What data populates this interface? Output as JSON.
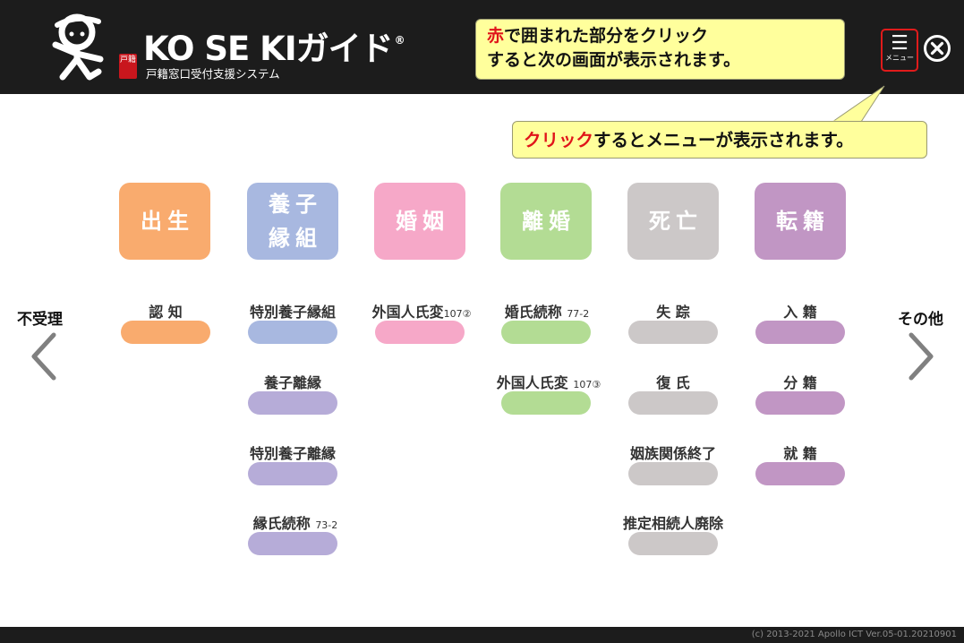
{
  "header": {
    "logo_title": "KO SE KIガイド",
    "logo_reg": "®",
    "logo_stamp": "戸籍",
    "logo_subtitle": "戸籍窓口受付支援システム",
    "menu_icon": "hamburger-icon",
    "menu_label": "メニュー",
    "close_icon": "close-circle-icon"
  },
  "callouts": {
    "top_highlight": "赤",
    "top_line1_rest": "で囲まれた部分をクリック",
    "top_line2": "すると次の画面が表示されます。",
    "bottom_highlight": "クリック",
    "bottom_rest": "するとメニューが表示されます。"
  },
  "nav": {
    "prev_label": "不受理",
    "next_label": "その他",
    "prev_icon": "chevron-left-icon",
    "next_icon": "chevron-right-icon"
  },
  "categories": [
    {
      "label": "出生",
      "color": "#f9ab6e",
      "items": [
        {
          "label": "認 知",
          "suffix": "",
          "color": "#f9ab6e"
        }
      ]
    },
    {
      "label_line1": "養子",
      "label_line2": "縁組",
      "color": "#a8b8e0",
      "items": [
        {
          "label": "特別養子縁組",
          "suffix": "",
          "color": "#a8b8e0"
        },
        {
          "label": "養子離縁",
          "suffix": "",
          "color": "#b6acd8"
        },
        {
          "label": "特別養子離縁",
          "suffix": "",
          "color": "#b6acd8"
        },
        {
          "label": "縁氏続称",
          "suffix": "73-2",
          "color": "#b6acd8"
        }
      ]
    },
    {
      "label": "婚姻",
      "color": "#f6a8c8",
      "items": [
        {
          "label": "外国人氏変",
          "suffix": "107②",
          "color": "#f6a8c8"
        }
      ]
    },
    {
      "label": "離婚",
      "color": "#b3dc94",
      "items": [
        {
          "label": "婚氏続称",
          "suffix": "77-2",
          "color": "#b3dc94"
        },
        {
          "label": "外国人氏変",
          "suffix": "107③",
          "color": "#b3dc94"
        }
      ]
    },
    {
      "label": "死亡",
      "color": "#ccc8c8",
      "items": [
        {
          "label": "失 踪",
          "suffix": "",
          "color": "#ccc8c8"
        },
        {
          "label": "復 氏",
          "suffix": "",
          "color": "#ccc8c8"
        },
        {
          "label": "姻族関係終了",
          "suffix": "",
          "color": "#ccc8c8"
        },
        {
          "label": "推定相続人廃除",
          "suffix": "",
          "color": "#ccc8c8"
        }
      ]
    },
    {
      "label": "転籍",
      "color": "#c196c4",
      "items": [
        {
          "label": "入 籍",
          "suffix": "",
          "color": "#c196c4"
        },
        {
          "label": "分 籍",
          "suffix": "",
          "color": "#c196c4"
        },
        {
          "label": "就 籍",
          "suffix": "",
          "color": "#c196c4"
        }
      ]
    }
  ],
  "footer": {
    "copyright": "(c) 2013-2021 Apollo ICT  Ver.05-01.20210901"
  }
}
